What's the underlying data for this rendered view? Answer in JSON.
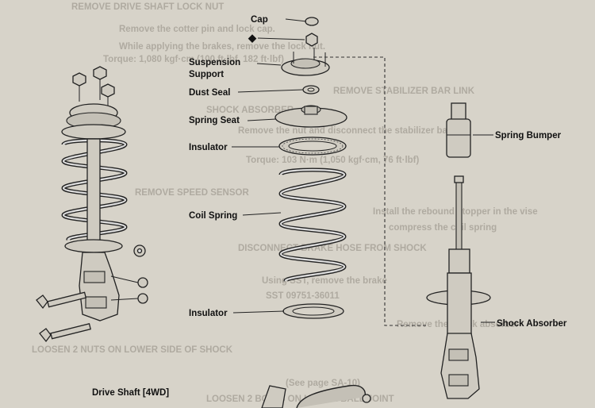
{
  "labels": {
    "cap": "Cap",
    "marker": "◆",
    "suspension_support_1": "Suspension",
    "suspension_support_2": "Support",
    "dust_seal": "Dust Seal",
    "spring_seat": "Spring Seat",
    "insulator_upper": "Insulator",
    "coil_spring": "Coil Spring",
    "insulator_lower": "Insulator",
    "drive_shaft": "Drive Shaft [4WD]",
    "spring_bumper": "Spring Bumper",
    "shock_absorber": "Shock Absorber"
  },
  "bleed_text": [
    "REMOVE DRIVE SHAFT LOCK NUT",
    "Remove the cotter pin and lock cap.",
    "While applying the brakes, remove the lock nut.",
    "Torque: 1,080 kgf·cm (100 ft·lbf, 182 ft·lbf)",
    "REMOVE STABILIZER BAR LINK",
    "SHOCK ABSORBER",
    "Remove the nut and disconnect the stabilizer bar",
    "Torque: 103 N·m (1,050 kgf·cm, 76 ft·lbf)",
    "REMOVE SPEED SENSOR",
    "DISCONNECT BRAKE HOSE FROM SHOCK",
    "Using SST, remove the brake",
    "SST 09751-36011",
    "LOOSEN 2 NUTS ON LOWER SIDE OF SHOCK",
    "(See page SA-10)",
    "LOOSEN 2 BOLTS ON LOWER BALL JOINT",
    "Install the rebound stopper in the vise",
    "compress the coil spring",
    "Remove the shock absorber"
  ]
}
